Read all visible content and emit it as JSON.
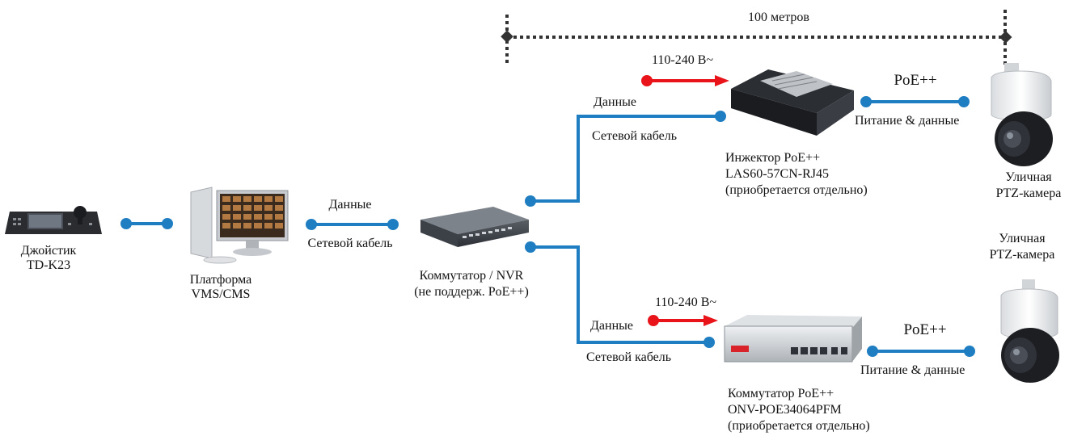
{
  "distance": {
    "label": "100 метров"
  },
  "joystick": {
    "name": "Джойстик",
    "model": "TD-K23"
  },
  "platform": {
    "name": "Платформа",
    "model": "VMS/CMS"
  },
  "link_platform_switch": {
    "top": "Данные",
    "bottom": "Сетевой кабель"
  },
  "switch_nvr": {
    "name": "Коммутатор / NVR",
    "note": "(не поддерж. PoE++)"
  },
  "branch_top": {
    "data_label": "Данные",
    "cable_label": "Сетевой кабель",
    "power_label": "110-240 В~",
    "device": {
      "name": "Инжектор PoE++",
      "model": "LAS60-57CN-RJ45",
      "note": "(приобретается отдельно)"
    },
    "poe_label": "PoE++",
    "poe_sub": "Питание & данные",
    "camera": {
      "name": "Уличная",
      "model": "PTZ-камера"
    }
  },
  "branch_bottom": {
    "data_label": "Данные",
    "cable_label": "Сетевой кабель",
    "power_label": "110-240 В~",
    "device": {
      "name": "Коммутатор PoE++",
      "model": "ONV-POE34064PFM",
      "note": "(приобретается отдельно)"
    },
    "poe_label": "PoE++",
    "poe_sub": "Питание & данные",
    "camera": {
      "name": "Уличная",
      "model": "PTZ-камера"
    }
  },
  "colors": {
    "cable": "#1f7dc1",
    "power": "#e8141a",
    "dotted": "#333333"
  },
  "icons": [
    "joystick-icon",
    "pc-monitor-icon",
    "network-switch-icon",
    "poe-injector-icon",
    "poe-switch-icon",
    "ptz-camera-icon"
  ]
}
